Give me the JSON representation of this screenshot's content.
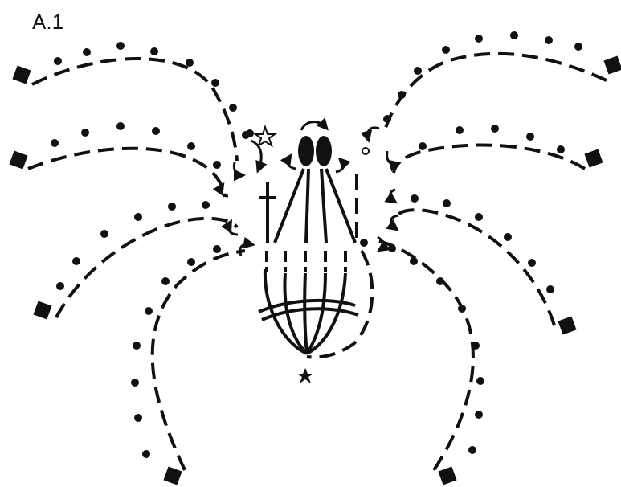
{
  "diagram": {
    "label": "A.1",
    "kind": "crochet-chart",
    "ink_color": "#111111",
    "background_color": "#ffffff",
    "legs_per_side": 4,
    "symbols": [
      "chain-dot",
      "slip-stitch-square",
      "turn-arrow",
      "star-outline",
      "circle-outline",
      "star-filled",
      "treble-cross",
      "oval-chain"
    ]
  }
}
